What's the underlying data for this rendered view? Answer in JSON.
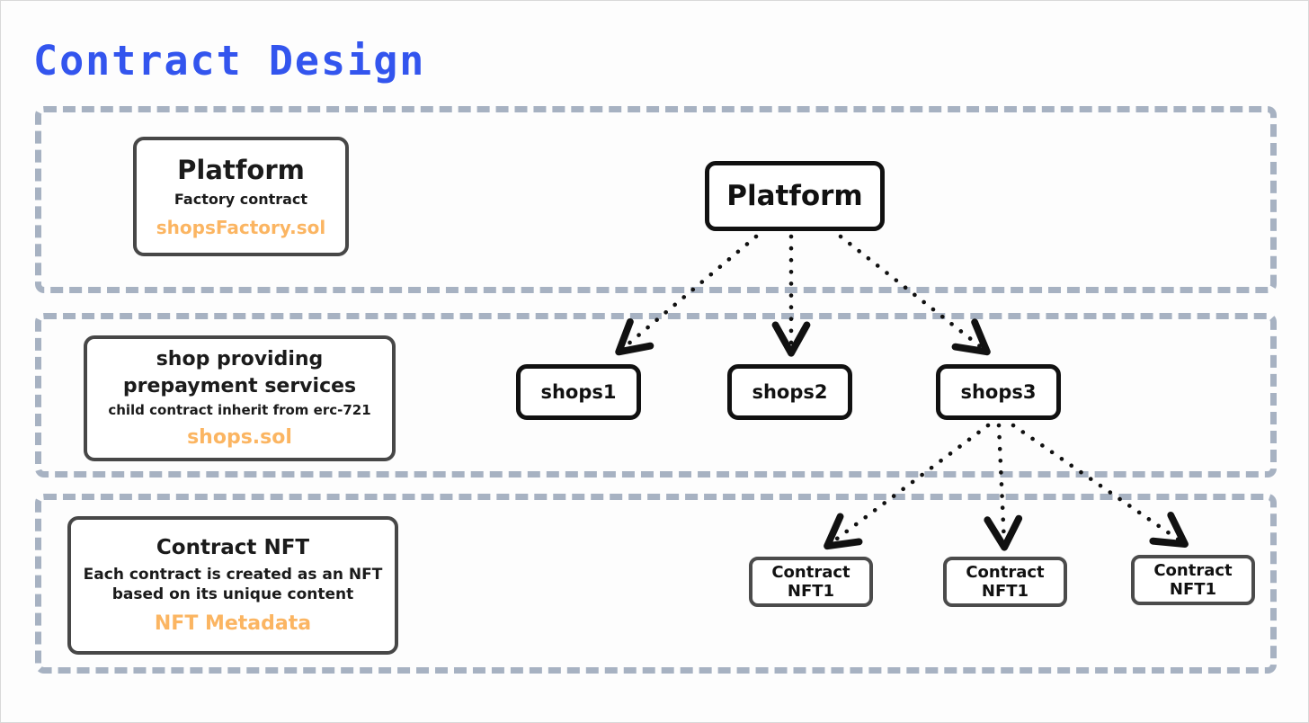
{
  "page": {
    "title": "Contract Design",
    "title_color": "#3355ee",
    "accent_color": "#fbb562",
    "band_color": "#a7b2c2"
  },
  "legend": {
    "cards": [
      {
        "name": "platform",
        "title": "Platform",
        "subtitle": "Factory contract",
        "file": "shopsFactory.sol"
      },
      {
        "name": "shops",
        "title_line1": "shop providing",
        "title_line2": "prepayment services",
        "subtitle": "child contract inherit from erc-721",
        "file": "shops.sol"
      },
      {
        "name": "nft",
        "title": "Contract NFT",
        "subtitle_line1": "Each contract is created as an NFT",
        "subtitle_line2": "based on its unique content",
        "file": "NFT Metadata"
      }
    ]
  },
  "tree": {
    "root": {
      "label": "Platform"
    },
    "shops": [
      {
        "label": "shops1"
      },
      {
        "label": "shops2"
      },
      {
        "label": "shops3"
      }
    ],
    "nfts": [
      {
        "label": "Contract NFT1"
      },
      {
        "label": "Contract NFT1"
      },
      {
        "label": "Contract NFT1"
      }
    ]
  },
  "edges": {
    "style": "dotted",
    "arrowhead": "open-v",
    "color": "#111111",
    "connections": [
      {
        "from": "Platform",
        "to": "shops1"
      },
      {
        "from": "Platform",
        "to": "shops2"
      },
      {
        "from": "Platform",
        "to": "shops3"
      },
      {
        "from": "shops3",
        "to": "Contract NFT1 (left)"
      },
      {
        "from": "shops3",
        "to": "Contract NFT1 (center)"
      },
      {
        "from": "shops3",
        "to": "Contract NFT1 (right)"
      }
    ]
  }
}
